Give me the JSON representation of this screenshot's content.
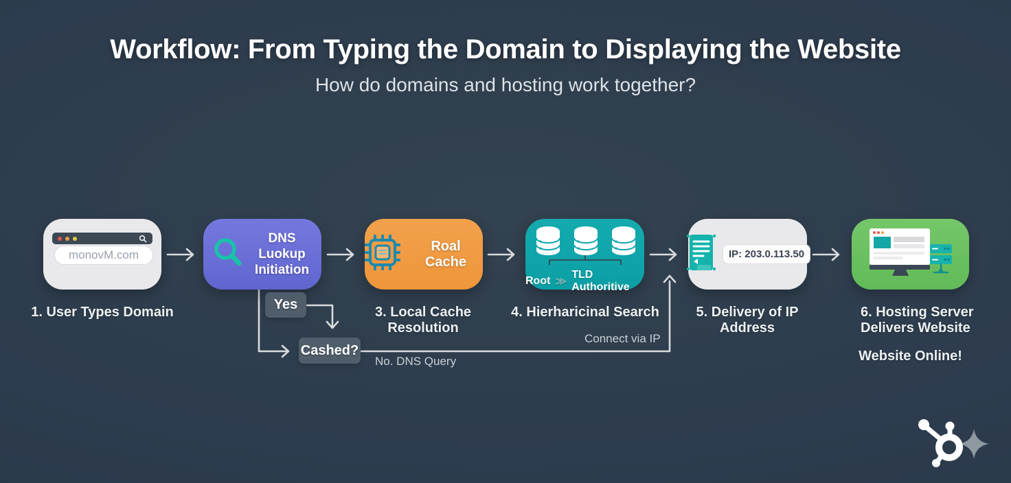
{
  "header": {
    "title": "Workflow: From Typing the Domain to Displaying the Website",
    "subtitle": "How do domains and hosting work together?"
  },
  "steps": {
    "step1": {
      "label": "1. User Types Domain",
      "browser_url": "monovM.com",
      "icon": "browser-window-icon"
    },
    "step2": {
      "box_text": "DNS Luokup Initiation",
      "icon": "magnifier-icon",
      "color": "#6b6fd8"
    },
    "step3": {
      "label": "3. Local Cache Resolution",
      "box_text": "Roal Cache",
      "icon": "cpu-chip-icon",
      "color": "#f09c42"
    },
    "step4": {
      "label": "4. Hierharicinal Search",
      "server_root": "Root",
      "server_sep": "≫",
      "server_rest": "TLD Authoritive",
      "icon": "database-cluster-icon",
      "color": "#0fa6ab"
    },
    "step5": {
      "label": "5. Delivery of IP Address",
      "ip_value": "IP: 203.0.113.50",
      "icon": "scroll-document-icon"
    },
    "step6": {
      "label_line1": "6. Hosting Server",
      "label_line2": "Delivers Website",
      "status": "Website Online!",
      "icon": "monitor-with-server-icon",
      "color": "#6cc161"
    }
  },
  "decision": {
    "yes": "Yes",
    "cached": "Cashed?",
    "no_path": "No. DNS Query",
    "connect_path": "Connect via IP"
  },
  "colors": {
    "background": "#2d3c4e",
    "purple_box": "#6b6fd8",
    "orange_box": "#f09c42",
    "teal_box": "#0fa6ab",
    "green_box": "#6cc161",
    "gray_box": "#e9e9ec",
    "connector": "#d9dcde",
    "tag_gray": "#505d6a",
    "accent_teal": "#19c2a9"
  },
  "logo": {
    "icon": "hubspot-sprocket-with-sparkle-icon"
  }
}
